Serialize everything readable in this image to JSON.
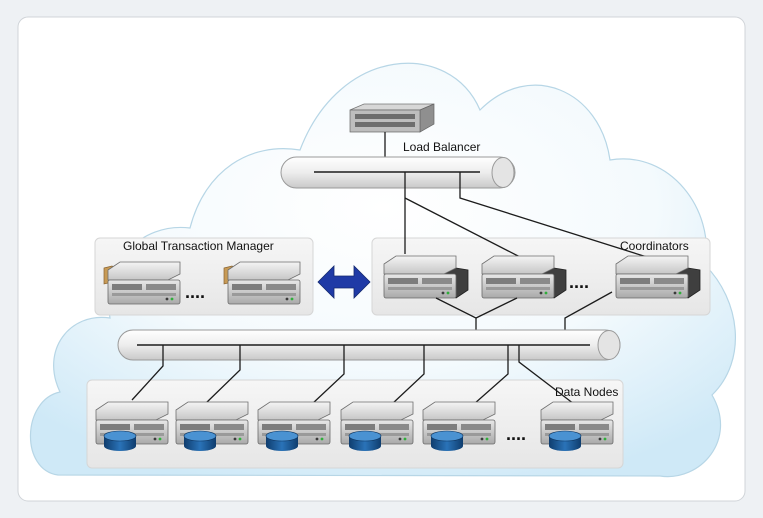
{
  "labels": {
    "load_balancer": "Load Balancer",
    "gtm": "Global Transaction Manager",
    "coordinators": "Coordinators",
    "data_nodes": "Data Nodes"
  },
  "ellipsis": "....",
  "colors": {
    "card": "#ffffff",
    "cloud_fill": "#d8eef9",
    "bus_fill": "#f2f2f2",
    "panel_fill": "#eeeeee",
    "line": "#1c1c1c",
    "arrow": "#1f3aa6",
    "db": "#1a5a9a"
  },
  "icons": {
    "load_balancer": "network-switch-icon",
    "server": "server-icon",
    "database": "database-icon",
    "folder": "folder-icon",
    "arrow": "bidirectional-arrow-icon"
  }
}
